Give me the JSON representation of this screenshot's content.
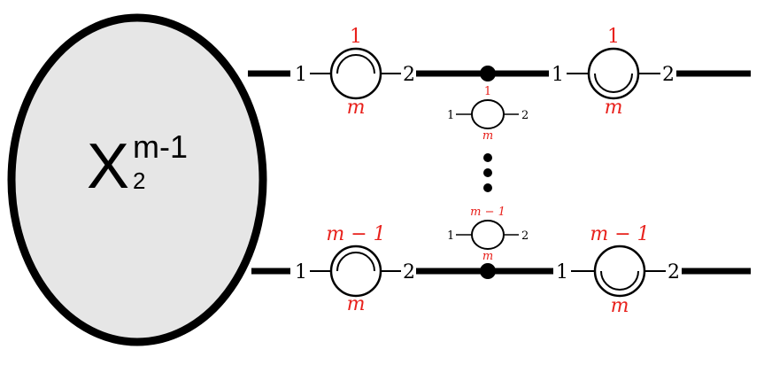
{
  "blob": {
    "main": "X",
    "superscript": "m-1",
    "subscript": "2"
  },
  "top_row": {
    "loop_a": {
      "port_left": "1",
      "port_right": "2",
      "label_top": "1",
      "label_bottom": "m"
    },
    "loop_b": {
      "port_left": "1",
      "port_right": "2",
      "label_top": "1",
      "label_bottom": "m"
    }
  },
  "middle": {
    "loop_upper": {
      "port_left": "1",
      "port_right": "2",
      "label_top": "1",
      "label_bottom": "m"
    },
    "loop_lower": {
      "port_left": "1",
      "port_right": "2",
      "label_top": "m − 1",
      "label_bottom": "m"
    }
  },
  "bottom_row": {
    "loop_a": {
      "port_left": "1",
      "port_right": "2",
      "label_top": "m − 1",
      "label_bottom": "m"
    },
    "loop_b": {
      "port_left": "1",
      "port_right": "2",
      "label_top": "m − 1",
      "label_bottom": "m"
    }
  },
  "colors": {
    "label_red": "#e8211c",
    "stroke": "#000000",
    "blob_fill": "#e6e6e6"
  }
}
